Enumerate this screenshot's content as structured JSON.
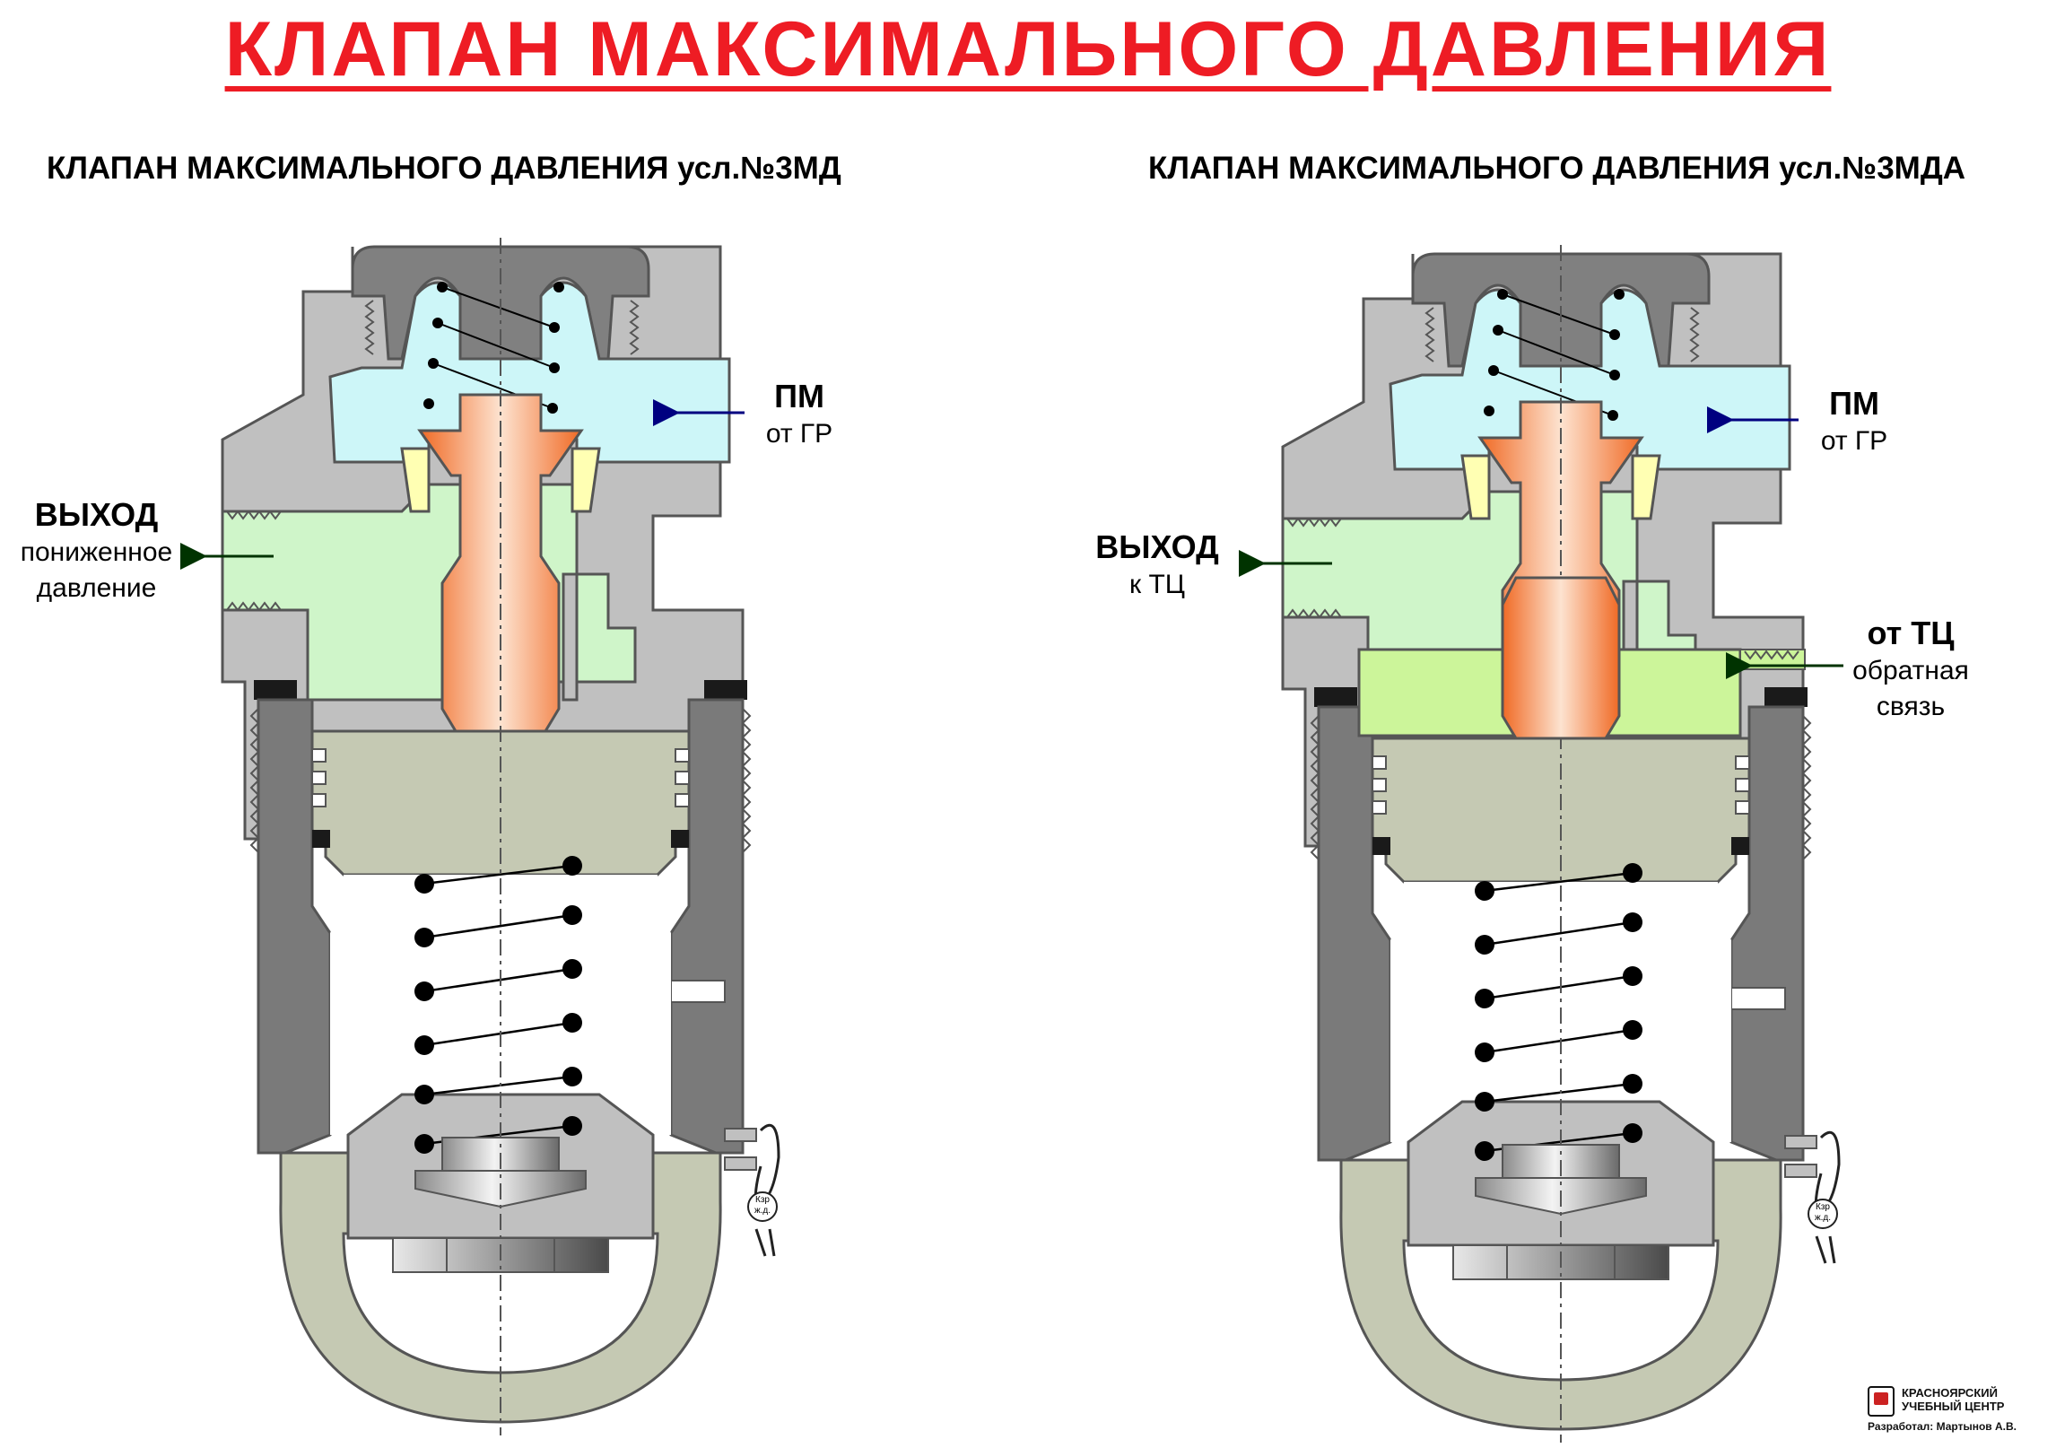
{
  "title": "КЛАПАН  МАКСИМАЛЬНОГО  ДАВЛЕНИЯ",
  "left": {
    "subtitle": "КЛАПАН МАКСИМАЛЬНОГО ДАВЛЕНИЯ усл.№3МД",
    "pm": {
      "title": "ПМ",
      "sub": "от ГР"
    },
    "out": {
      "title": "ВЫХОД",
      "line1": "пониженное",
      "line2": "давление"
    },
    "tag": {
      "line1": "Кзр",
      "line2": "ж.д."
    }
  },
  "right": {
    "subtitle": "КЛАПАН МАКСИМАЛЬНОГО ДАВЛЕНИЯ усл.№3МДА",
    "pm": {
      "title": "ПМ",
      "sub": "от ГР"
    },
    "out": {
      "title": "ВЫХОД",
      "line1": "к ТЦ"
    },
    "fb": {
      "title": "от ТЦ",
      "line1": "обратная",
      "line2": "связь"
    },
    "tag": {
      "line1": "Кзр",
      "line2": "ж.д."
    }
  },
  "footer": {
    "org_line1": "КРАСНОЯРСКИЙ",
    "org_line2": "УЧЕБНЫЙ ЦЕНТР",
    "author": "Разработал: Мартынов А.В."
  },
  "colors": {
    "title_red": "#ee1c24",
    "body_gray": "#c0c0c0",
    "cap_dark": "#808080",
    "tube_dark": "#7a7a7a",
    "supply_cyan": "#cdf6f8",
    "output_green": "#cff5c9",
    "feedback_green": "#ccf59a",
    "piston_olive": "#c5c9b3",
    "valve_orange": "#f47b3e",
    "seat_yellow": "#ffffb3",
    "arrow_navy": "#000080",
    "arrow_green": "#003300"
  }
}
